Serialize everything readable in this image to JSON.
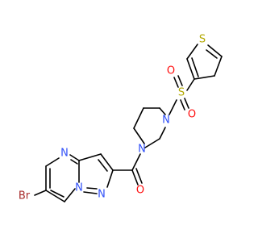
{
  "molecule": {
    "atoms": [
      {
        "id": "br",
        "label": "Br",
        "color": "#a62929"
      },
      {
        "id": "n_pyrimidine",
        "label": "N",
        "color": "#3050f8"
      },
      {
        "id": "n_bridge",
        "label": "N",
        "color": "#3050f8"
      },
      {
        "id": "n_pyrazole",
        "label": "N",
        "color": "#3050f8"
      },
      {
        "id": "o_carbonyl",
        "label": "O",
        "color": "#ff0d0d"
      },
      {
        "id": "n_piperazine_amide",
        "label": "N",
        "color": "#3050f8"
      },
      {
        "id": "n_piperazine_sulfonyl",
        "label": "N",
        "color": "#3050f8"
      },
      {
        "id": "s_sulfonyl",
        "label": "S",
        "color": "#b2a800"
      },
      {
        "id": "o_sulfonyl_top",
        "label": "O",
        "color": "#ff0d0d"
      },
      {
        "id": "o_sulfonyl_bottom",
        "label": "O",
        "color": "#ff0d0d"
      },
      {
        "id": "s_thiophene",
        "label": "S",
        "color": "#b2a800"
      }
    ],
    "bond_color": "#000000"
  }
}
